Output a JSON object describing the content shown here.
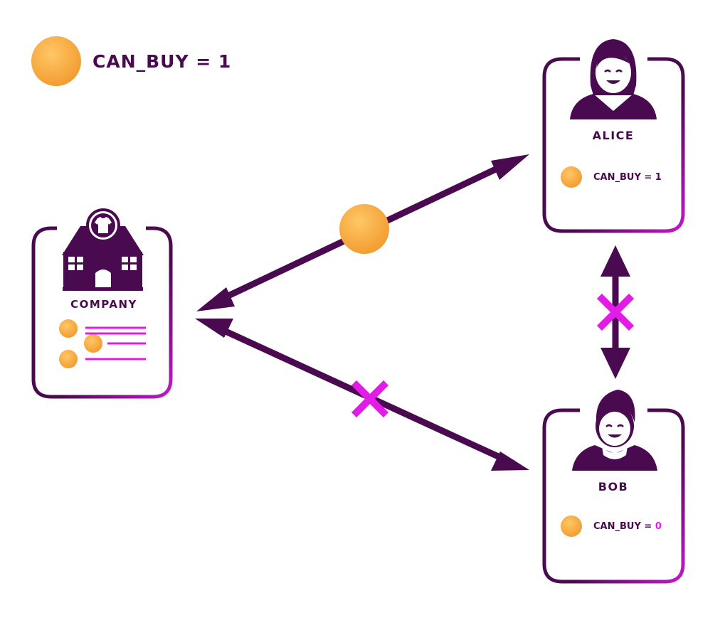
{
  "colors": {
    "primary": "#4a0a4f",
    "accent": "#e21be6",
    "token": "#f7a83a",
    "background": "#ffffff"
  },
  "legend": {
    "icon": "token-coin-icon",
    "label": "CAN_BUY = 1"
  },
  "nodes": {
    "company": {
      "name": "COMPANY",
      "icon": "store-icon",
      "badge_icon": "tshirt-icon"
    },
    "alice": {
      "name": "ALICE",
      "icon": "woman-avatar-icon",
      "attribute": "CAN_BUY = 1"
    },
    "bob": {
      "name": "BOB",
      "icon": "man-avatar-icon",
      "attribute_prefix": "CAN_BUY = ",
      "attribute_value": "0"
    }
  },
  "edges": [
    {
      "from": "company",
      "to": "alice",
      "token_transfer": true,
      "blocked": false
    },
    {
      "from": "company",
      "to": "bob",
      "token_transfer": false,
      "blocked": true
    },
    {
      "from": "alice",
      "to": "bob",
      "token_transfer": false,
      "blocked": true
    }
  ]
}
